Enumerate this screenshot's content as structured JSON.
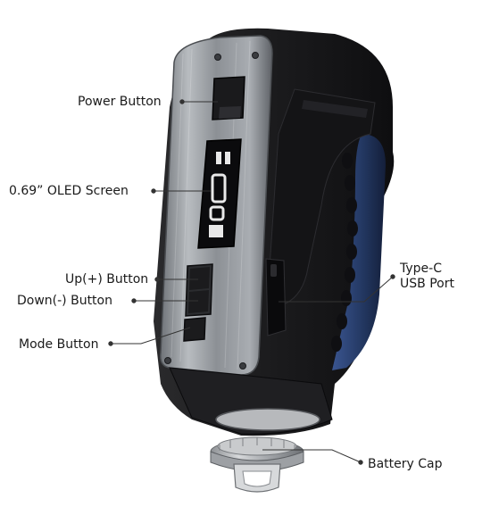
{
  "labels": {
    "power_button": "Power Button",
    "oled_screen": "0.69” OLED Screen",
    "up_button": "Up(+) Button",
    "down_button": "Down(-) Button",
    "mode_button": "Mode Button",
    "usb_port_line1": "Type-C",
    "usb_port_line2": "USB Port",
    "battery_cap": "Battery Cap"
  },
  "colors": {
    "body_dark": "#1c1c1e",
    "panel_metal": "#9a9ea3",
    "grip_blue": "#2b3f6e",
    "callout_line": "#333333"
  }
}
